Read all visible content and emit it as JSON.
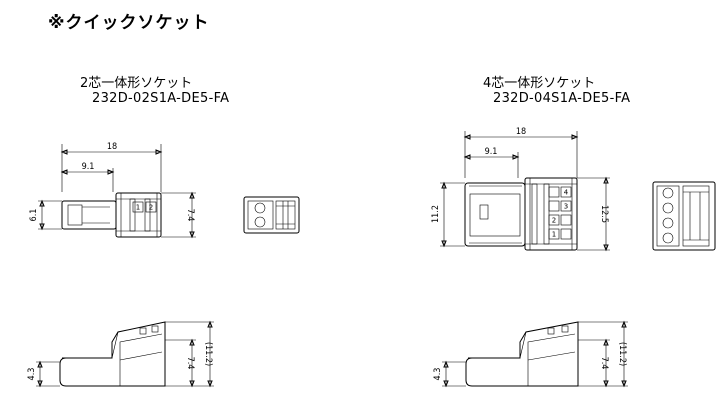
{
  "page_title": "※クイックソケット",
  "left_part": {
    "name": "2芯一体形ソケット",
    "part_number": "232D-02S1A-DE5-FA",
    "dims": {
      "length": "18",
      "offset": "9.1",
      "width": "6.1",
      "height": "7.4",
      "side_thickness": "4.3",
      "side_height": "7.4",
      "side_total": "(11.2)"
    },
    "pins": [
      "1",
      "2"
    ]
  },
  "right_part": {
    "name": "4芯一体形ソケット",
    "part_number": "232D-04S1A-DE5-FA",
    "dims": {
      "length": "18",
      "offset": "9.1",
      "width": "11.2",
      "height": "12.5",
      "side_thickness": "4.3",
      "side_height": "7.4",
      "side_total": "(11.2)"
    },
    "pins": [
      "1",
      "2",
      "3",
      "4"
    ]
  }
}
